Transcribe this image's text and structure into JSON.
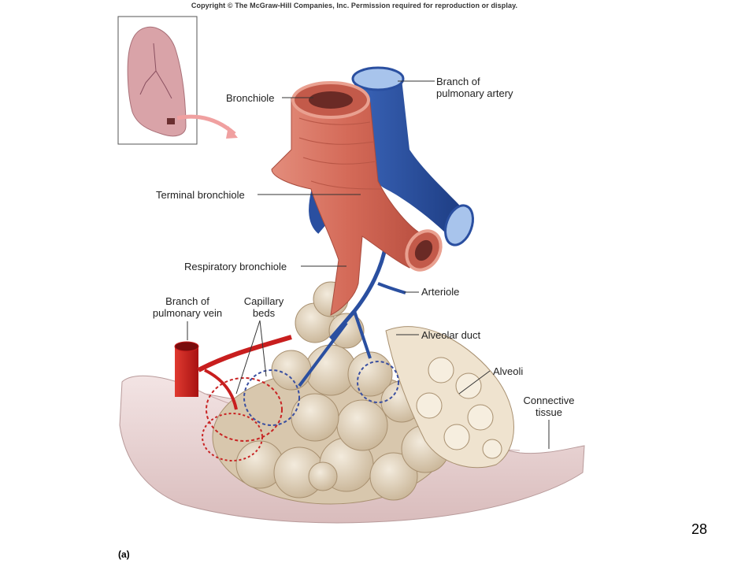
{
  "copyright": "Copyright © The McGraw-Hill Companies, Inc. Permission required for reproduction or display.",
  "labels": {
    "bronchiole": "Bronchiole",
    "branch_pulmonary_artery_1": "Branch of",
    "branch_pulmonary_artery_2": "pulmonary artery",
    "terminal_bronchiole": "Terminal bronchiole",
    "respiratory_bronchiole": "Respiratory bronchiole",
    "arteriole": "Arteriole",
    "branch_pulmonary_vein_1": "Branch of",
    "branch_pulmonary_vein_2": "pulmonary vein",
    "capillary_beds_1": "Capillary",
    "capillary_beds_2": "beds",
    "alveolar_duct": "Alveolar duct",
    "alveoli": "Alveoli",
    "connective_tissue_1": "Connective",
    "connective_tissue_2": "tissue"
  },
  "figure_letter": "(a)",
  "page_number": "28",
  "colors": {
    "bronchiole": "#d9705f",
    "artery": "#2a4fa0",
    "vein": "#c81e1e",
    "alveoli": "#e4d6c2",
    "connective_tissue": "#ead6d6",
    "lung": "#d9a3a8"
  }
}
